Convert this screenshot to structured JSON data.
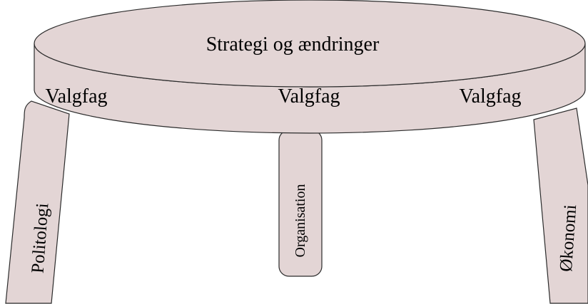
{
  "diagram": {
    "top_label": "Strategi og ændringer",
    "rim_labels": [
      "Valgfag",
      "Valgfag",
      "Valgfag"
    ],
    "legs": {
      "left": "Politologi",
      "middle": "Organisation",
      "right": "Økonomi"
    },
    "fill_color": "#e3d5d5",
    "stroke_color": "#2b2b2b"
  }
}
